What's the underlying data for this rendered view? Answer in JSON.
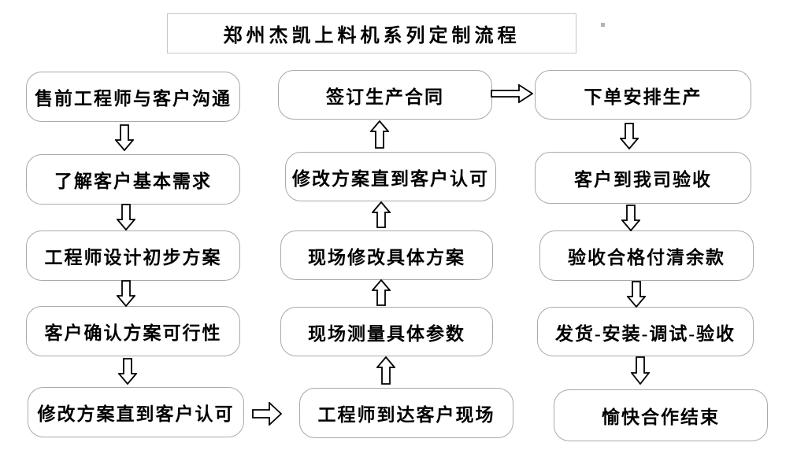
{
  "title": "郑州杰凯上料机系列定制流程",
  "flow": {
    "left": {
      "items": [
        "售前工程师与客户沟通",
        "了解客户基本需求",
        "工程师设计初步方案",
        "客户确认方案可行性",
        "修改方案直到客户认可"
      ]
    },
    "middle": {
      "items": [
        "签订生产合同",
        "修改方案直到客户认可",
        "现场修改具体方案",
        "现场测量具体参数",
        "工程师到达客户现场"
      ]
    },
    "right": {
      "items": [
        "下单安排生产",
        "客户到我司验收",
        "验收合格付清余款",
        "发货-安装-调试-验收",
        "愉快合作结束"
      ]
    }
  },
  "arrows": {
    "left_column_direction": "down",
    "middle_column_direction": "up",
    "right_column_direction": "down",
    "left_bottom_to_middle_bottom": "right",
    "middle_top_to_right_top": "right"
  },
  "icons": {
    "down_arrow": "hollow-block-arrow-down",
    "up_arrow": "hollow-block-arrow-up",
    "right_arrow": "hollow-block-arrow-right"
  },
  "colors": {
    "background": "#ffffff",
    "box_border": "#a9a9a9",
    "title_border": "#c6c6c6",
    "text": "#000000",
    "arrow_stroke": "#000000",
    "arrow_fill": "#ffffff"
  }
}
